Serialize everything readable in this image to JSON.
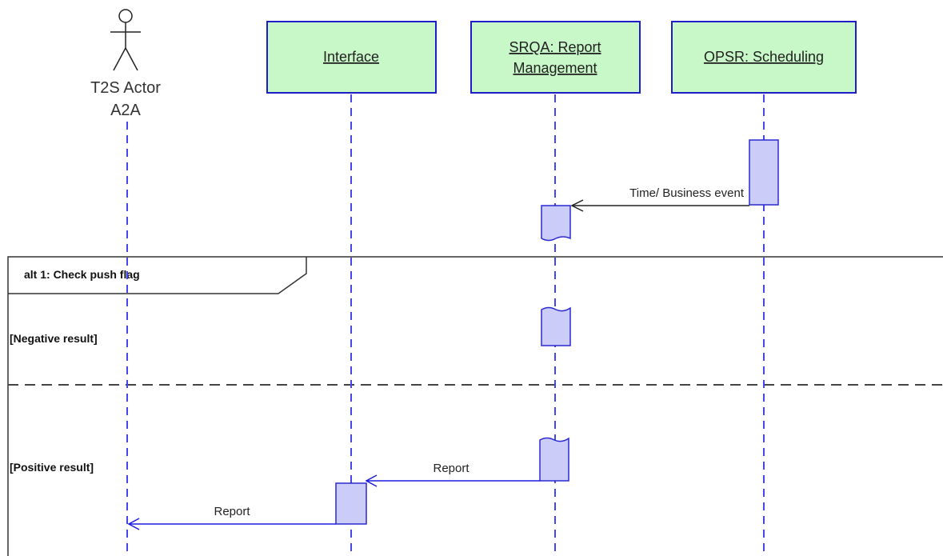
{
  "diagram": {
    "colors": {
      "lifeline": "#4545ee",
      "box_fill": "#c8f7c8",
      "box_stroke": "#1e1ec8",
      "activation_fill": "#ccccf8",
      "activation_stroke": "#2a2ad0",
      "black_message": "#222222",
      "blue_message": "#1c1ce0",
      "frame_stroke": "#333333"
    },
    "actor": {
      "name_line1": "T2S Actor",
      "name_line2": "A2A",
      "icon": "stick-figure-icon"
    },
    "participants": [
      {
        "label_line1": "Interface",
        "label_line2": ""
      },
      {
        "label_line1": "SRQA: Report",
        "label_line2": "Management"
      },
      {
        "label_line1": "OPSR: Scheduling",
        "label_line2": ""
      }
    ],
    "messages": [
      {
        "text": "Time/ Business event",
        "from": "OPSR: Scheduling",
        "to": "SRQA: Report Management"
      },
      {
        "text": "Report",
        "from": "SRQA: Report Management",
        "to": "Interface"
      },
      {
        "text": "Report",
        "from": "Interface",
        "to": "T2S Actor A2A"
      }
    ],
    "fragment": {
      "title": "alt 1: Check push flag",
      "guard_negative": "[Negative result]",
      "guard_positive": "[Positive result]"
    }
  }
}
